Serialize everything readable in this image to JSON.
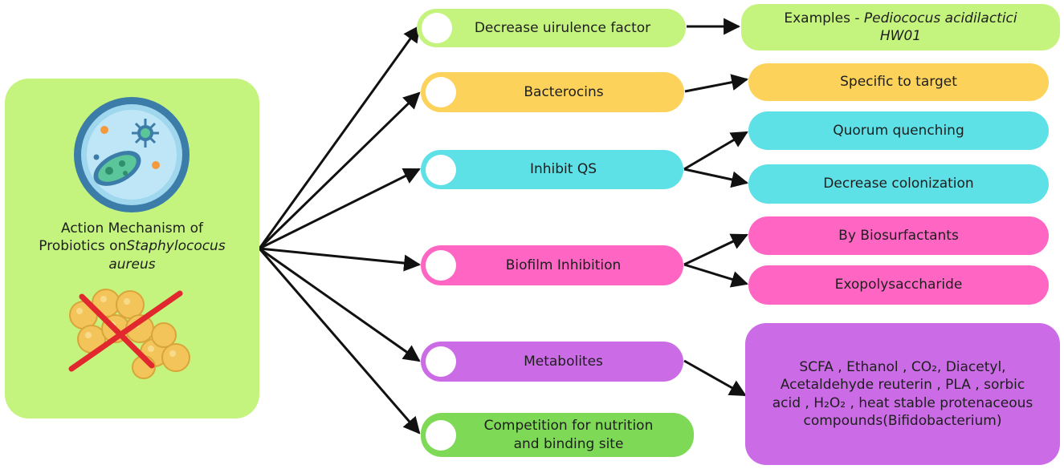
{
  "center": {
    "title_line1": "Action Mechanism of",
    "title_line2_prefix": "Probiotics on",
    "title_italic_1": "Staphylococus",
    "title_italic_2": "aureus"
  },
  "mechanisms": [
    {
      "label": "Decrease uirulence factor",
      "color": "#c5f47e"
    },
    {
      "label": "Bacterocins",
      "color": "#fcd25a"
    },
    {
      "label": "Inhibit QS",
      "color": "#5de0e6"
    },
    {
      "label": "Biofilm Inhibition",
      "color": "#ff66c4"
    },
    {
      "label": "Metabolites",
      "color": "#cb6ce6"
    },
    {
      "label_line1": "Competition for nutrition",
      "label_line2": "and binding site",
      "color": "#7ed957"
    }
  ],
  "outcomes": {
    "examples_prefix": "Examples - ",
    "examples_italic_1": "Pediococus acidilactici",
    "examples_italic_2": "HW01",
    "specific": "Specific to target",
    "quorum": "Quorum quenching",
    "colonization": "Decrease colonization",
    "biosurfactants": "By Biosurfactants",
    "exopoly": "Exopolysaccharide",
    "metabolites_list": {
      "line1": "SCFA , Ethanol , CO₂, Diacetyl,",
      "line2": "Acetaldehyde reuterin , PLA , sorbic",
      "line3": "acid , H₂O₂ , heat stable protenaceous",
      "line4": "compounds(Bifidobacterium)"
    }
  },
  "icons": [
    "petri-dish-bacteria-icon",
    "crossed-out-staphylococcus-icon"
  ]
}
